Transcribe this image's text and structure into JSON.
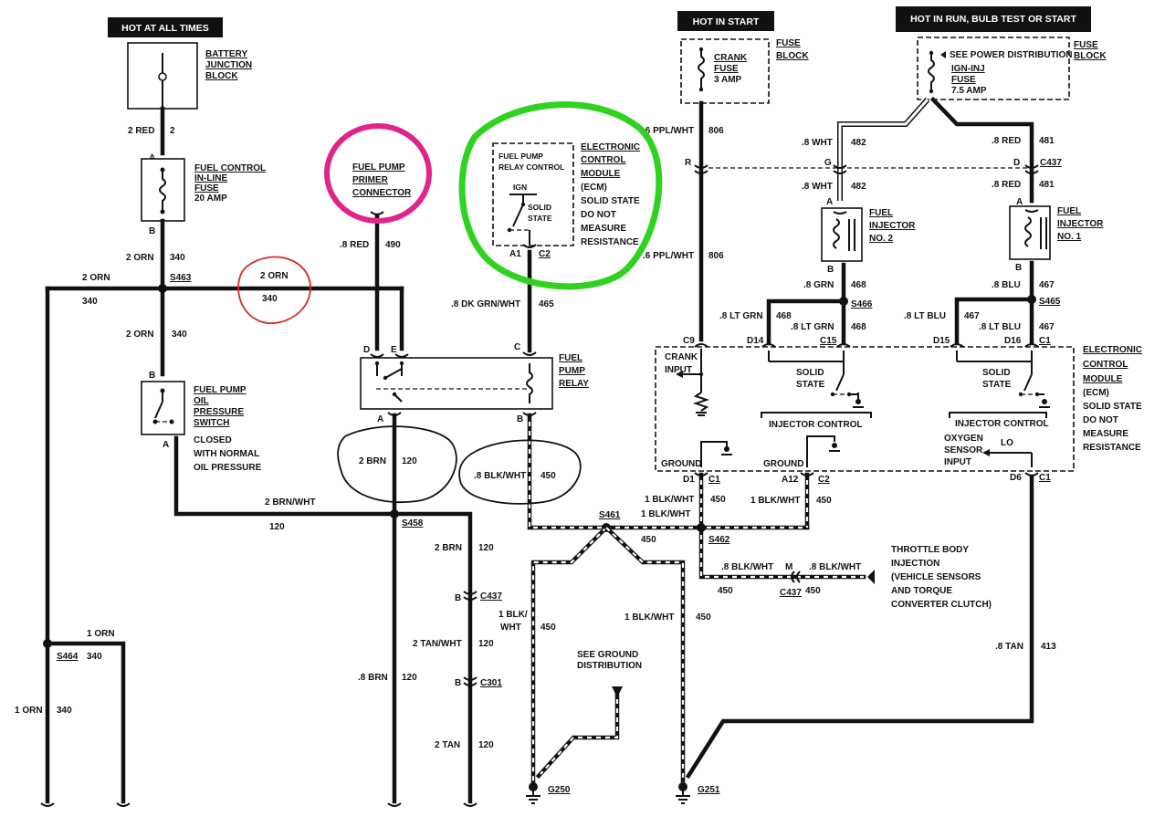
{
  "headers": {
    "hot_all_times": "HOT AT ALL TIMES",
    "hot_in_start": "HOT IN START",
    "hot_in_run": "HOT IN RUN, BULB TEST OR START"
  },
  "components": {
    "battery_junction": [
      "BATTERY",
      "JUNCTION",
      "BLOCK"
    ],
    "fuel_control_fuse": [
      "FUEL CONTROL",
      "IN-LINE",
      "FUSE",
      "20  AMP"
    ],
    "fuel_pump_oil_switch": [
      "FUEL PUMP",
      "OIL",
      "PRESSURE",
      "SWITCH",
      "CLOSED",
      "WITH NORMAL",
      "OIL PRESSURE"
    ],
    "primer_connector": [
      "FUEL PUMP",
      "PRIMER",
      "CONNECTOR"
    ],
    "ecm_relay": [
      "ELECTRONIC",
      "CONTROL",
      "MODULE",
      "(ECM)",
      "SOLID STATE",
      "DO NOT",
      "MEASURE",
      "RESISTANCE"
    ],
    "ecm_relay_inner": [
      "FUEL PUMP",
      "RELAY CONTROL",
      "IGN",
      "SOLID",
      "STATE"
    ],
    "fuel_pump_relay": [
      "FUEL",
      "PUMP",
      "RELAY"
    ],
    "fuse_block_left": [
      "FUSE",
      "BLOCK"
    ],
    "crank_fuse": [
      "CRANK",
      "FUSE",
      "3  AMP"
    ],
    "fuse_block_right": [
      "FUSE",
      "BLOCK"
    ],
    "ign_inj_fuse": [
      "SEE POWER DISTRIBUTION",
      "IGN-INJ",
      "FUSE",
      "7.5  AMP"
    ],
    "injector_2": [
      "FUEL",
      "INJECTOR",
      "NO. 2"
    ],
    "injector_1": [
      "FUEL",
      "INJECTOR",
      "NO. 1"
    ],
    "ecm_main": [
      "ELECTRONIC",
      "CONTROL",
      "MODULE",
      "(ECM)",
      "SOLID STATE",
      "DO NOT",
      "MEASURE",
      "RESISTANCE"
    ],
    "ecm_inner": {
      "crank": "CRANK",
      "input": "INPUT",
      "solid1": "SOLID",
      "state1": "STATE",
      "solid2": "SOLID",
      "state2": "STATE",
      "inj_ctrl_1": "INJECTOR CONTROL",
      "inj_ctrl_2": "INJECTOR CONTROL",
      "ground1": "GROUND",
      "ground2": "GROUND",
      "oxygen": "OXYGEN",
      "sensor": "SENSOR",
      "input2": "INPUT",
      "lo": "LO"
    },
    "throttle_body": [
      "THROTTLE BODY",
      "INJECTION",
      "(VEHICLE SENSORS",
      "AND TORQUE",
      "CONVERTER CLUTCH)"
    ],
    "ground_dist": [
      "SEE GROUND",
      "DISTRIBUTION"
    ]
  },
  "wire_labels": {
    "w2red": "2 RED",
    "c2": "2",
    "w2orn_340_a": "2 ORN",
    "n340_a": "340",
    "w2orn_left": "2 ORN",
    "n340_left": "340",
    "s463": "S463",
    "w2orn_mid": "2 ORN",
    "n340_mid": "340",
    "w2orn_b": "2 ORN",
    "n340_b": "340",
    "w8red": ".8 RED",
    "n490": "490",
    "w8dkgrn": ".8 DK GRN/WHT",
    "n465": "465",
    "w6ppl_a": ".6 PPL/WHT",
    "n806_a": "806",
    "w6ppl_b": ".6 PPL/WHT",
    "n806_b": "806",
    "w8wht_a": ".8 WHT",
    "n482_a": "482",
    "w8wht_b": ".8 WHT",
    "n482_b": "482",
    "w8red_a": ".8 RED",
    "n481_a": "481",
    "w8red_b": ".8 RED",
    "n481_b": "481",
    "c437_top": "C437",
    "w8grn": ".8 GRN",
    "n468": "468",
    "s466": "S466",
    "w8blu": ".8 BLU",
    "n467": "467",
    "s465": "S465",
    "w8ltgrn_a": ".8 LT GRN",
    "n468_b": "468",
    "w8ltgrn_b": ".8 LT GRN",
    "n468_c": "468",
    "w8ltblu_a": ".8 LT BLU",
    "n467_b": "467",
    "w8ltblu_b": ".8 LT BLU",
    "n467_c": "467",
    "w2brnwht": "2 BRN/WHT",
    "n120_a": "120",
    "w2brn_a": "2 BRN",
    "n120_b": "120",
    "w8blkwht_a": ".8 BLK/WHT",
    "n450_a": "450",
    "s458": "S458",
    "w2brn_b": "2 BRN",
    "n120_c": "120",
    "c437_mid": "C437",
    "w2tanwht": "2 TAN/WHT",
    "n120_d": "120",
    "c301": "C301",
    "w2tan": "2 TAN",
    "n120_e": "120",
    "w8brn": ".8 BRN",
    "n120_f": "120",
    "s461": "S461",
    "w1blkwht_a": "1 BLK/WHT",
    "n450_b": "450",
    "w1blkwht_b": "1 BLK/WHT",
    "n450_c": "450",
    "w1blkwht_c": "1 BLK/WHT",
    "n450_d": "450",
    "s462": "S462",
    "w8blkwht_b": ".8 BLK/WHT",
    "n450_e": "450",
    "w8blkwht_c": ".8 BLK/WHT",
    "n450_f": "450",
    "c437_low": "C437",
    "w1blk": "1 BLK/",
    "wht": "WHT",
    "n450_g": "450",
    "w1blkwht_d": "1 BLK/WHT",
    "n450_h": "450",
    "w8tan": ".8 TAN",
    "n413": "413",
    "w1orn_a": "1 ORN",
    "s464": "S464",
    "n340_c": "340",
    "w1orn_b": "1 ORN",
    "n340_d": "340",
    "g250": "G250",
    "g251": "G251"
  },
  "pins": {
    "a1": "A",
    "b1": "B",
    "b2": "B",
    "a2": "A",
    "d": "D",
    "e": "E",
    "c": "C",
    "a3": "A",
    "b3": "B",
    "a1c2": "A1",
    "c2": "C2",
    "r": "R",
    "g": "G",
    "d2": "D",
    "a4": "A",
    "b4": "B",
    "a5": "A",
    "b5": "B",
    "c9": "C9",
    "d14": "D14",
    "c15": "C15",
    "d15": "D15",
    "d16": "D16",
    "c1": "C1",
    "d1": "D1",
    "c1b": "C1",
    "a12": "A12",
    "c2b": "C2",
    "d6": "D6",
    "c1c": "C1",
    "b6": "B",
    "b7": "B",
    "m": "M"
  },
  "annotation_colors": {
    "primer_circle": "#e0248a",
    "ecm_circle": "#2fd31f",
    "orn_circle": "#d42a2a",
    "brn_circle": "#111111",
    "blk_circle": "#111111"
  }
}
